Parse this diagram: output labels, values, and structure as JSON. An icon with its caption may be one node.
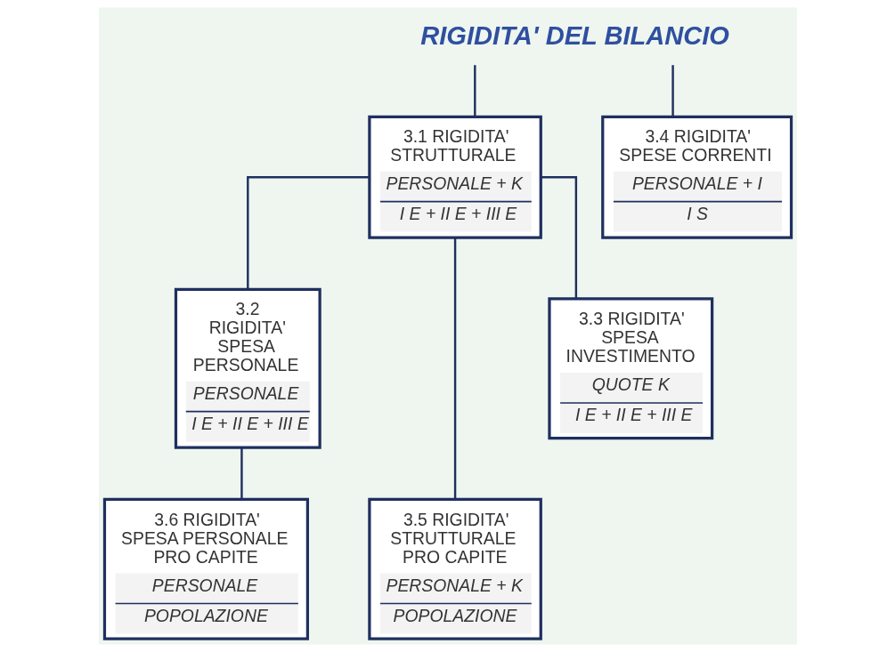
{
  "diagram": {
    "nodes": [
      {
        "text": [
          "RIGIDITA' DEL BILANCIO"
        ]
      },
      {
        "text": [
          "3.1 RIGIDITA' STRUTTURALE",
          "PERSONALE + K",
          "I E + II E + III E"
        ]
      },
      {
        "text": [
          "3.4 RIGIDITA' SPESE CORRENTI",
          "PERSONALE + I",
          "I S"
        ]
      },
      {
        "text": [
          "3.2 RIGIDITA' SPESA PERSONALE",
          "PERSONALE",
          "I E + II E + III E"
        ]
      },
      {
        "text": [
          "3.3 RIGIDITA' SPESA INVESTIMENTO",
          "QUOTE K",
          "I E + II E + III E"
        ]
      },
      {
        "text": [
          "3.6 RIGIDITA' SPESA PERSONALE PRO CAPITE",
          "PERSONALE",
          "POPOLAZIONE"
        ]
      },
      {
        "text": [
          "3.5 RIGIDITA' STRUTTURALE PRO CAPITE",
          "PERSONALE + K",
          "POPOLAZIONE"
        ]
      }
    ],
    "edges": [
      {
        "from": 0,
        "to": 1,
        "arrow": "none"
      },
      {
        "from": 0,
        "to": 2,
        "arrow": "none"
      },
      {
        "from": 1,
        "to": 3,
        "arrow": "none"
      },
      {
        "from": 1,
        "to": 6,
        "arrow": "none"
      },
      {
        "from": 1,
        "to": 4,
        "arrow": "none"
      },
      {
        "from": 3,
        "to": 5,
        "arrow": "none"
      }
    ]
  }
}
